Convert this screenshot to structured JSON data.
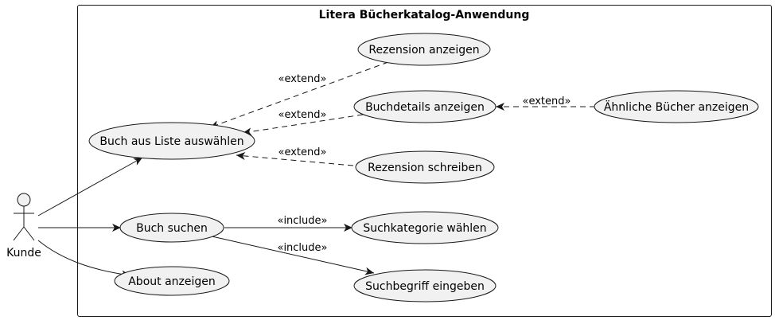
{
  "system": {
    "title": "Litera Bücherkatalog-Anwendung"
  },
  "actor": {
    "name": "Kunde"
  },
  "use_cases": {
    "rezension_anzeigen": "Rezension anzeigen",
    "buchdetails_anzeigen": "Buchdetails anzeigen",
    "aehnliche_buecher": "Ähnliche Bücher anzeigen",
    "buch_aus_liste": "Buch aus Liste auswählen",
    "rezension_schreiben": "Rezension schreiben",
    "buch_suchen": "Buch suchen",
    "suchkategorie": "Suchkategorie wählen",
    "suchbegriff": "Suchbegriff eingeben",
    "about": "About anzeigen"
  },
  "stereotypes": {
    "extend_rezension_anzeigen": "«extend»",
    "extend_buchdetails": "«extend»",
    "extend_aehnliche": "«extend»",
    "extend_rezension_schreiben": "«extend»",
    "include_suchkategorie": "«include»",
    "include_suchbegriff": "«include»"
  },
  "colors": {
    "usecase_fill": "#f1f1f1",
    "stroke": "#181818",
    "system_border": "#000000"
  }
}
